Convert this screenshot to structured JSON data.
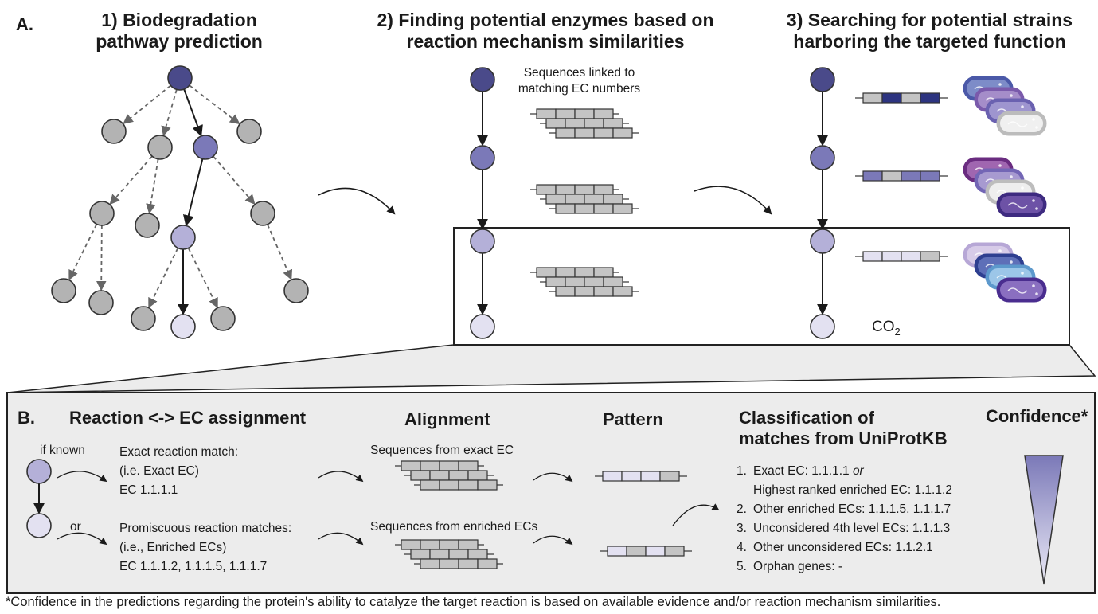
{
  "colors": {
    "dark": "#4a4a8a",
    "mid": "#7b79b8",
    "light": "#b4b0d8",
    "lightest": "#e3e1f1",
    "grey": "#b3b3b3",
    "panel": "#e8e8e8",
    "box_fill": "#c4c4c4",
    "enzyme_dark": "#2d3480"
  },
  "panelA": {
    "label": "A.",
    "step1_title": [
      "1) Biodegradation",
      "pathway prediction"
    ],
    "step2_title": [
      "2) Finding potential enzymes based on",
      "reaction mechanism similarities"
    ],
    "step2_seq_label": [
      "Sequences linked to",
      "matching EC numbers"
    ],
    "step3_title": [
      "3) Searching for potential strains",
      "harboring the targeted function"
    ],
    "co2_main": "CO",
    "co2_sub": "2"
  },
  "panelB": {
    "label": "B.",
    "reaction_title": "Reaction <-> EC assignment",
    "if_known": "if known",
    "or": "or",
    "exact_match": [
      "Exact reaction match:",
      "(i.e. Exact EC)",
      "EC 1.1.1.1"
    ],
    "promiscuous_match": [
      "Promiscuous reaction matches:",
      "(i.e., Enriched ECs)",
      "EC 1.1.1.2, 1.1.1.5, 1.1.1.7"
    ],
    "alignment_title": "Alignment",
    "seq_exact": "Sequences from exact EC",
    "seq_enriched": "Sequences from enriched ECs",
    "pattern_title": "Pattern",
    "classification_title": [
      "Classification of",
      "matches from UniProtKB"
    ],
    "classification_items": [
      {
        "num": "1.",
        "text": "Exact EC: 1.1.1.1 ",
        "italic": "or"
      },
      {
        "num": "",
        "text": "Highest ranked enriched EC: 1.1.1.2",
        "italic": ""
      },
      {
        "num": "2.",
        "text": "Other enriched ECs: 1.1.1.5, 1.1.1.7",
        "italic": ""
      },
      {
        "num": "3.",
        "text": "Unconsidered 4th level ECs: 1.1.1.3",
        "italic": ""
      },
      {
        "num": "4.",
        "text": "Other unconsidered ECs: 1.1.2.1",
        "italic": ""
      },
      {
        "num": "5.",
        "text": "Orphan genes: -",
        "italic": ""
      }
    ],
    "confidence_title": "Confidence*"
  },
  "footnote": "*Confidence in the predictions regarding the protein's ability to catalyze the target reaction is based on available evidence and/or reaction mechanism similarities."
}
